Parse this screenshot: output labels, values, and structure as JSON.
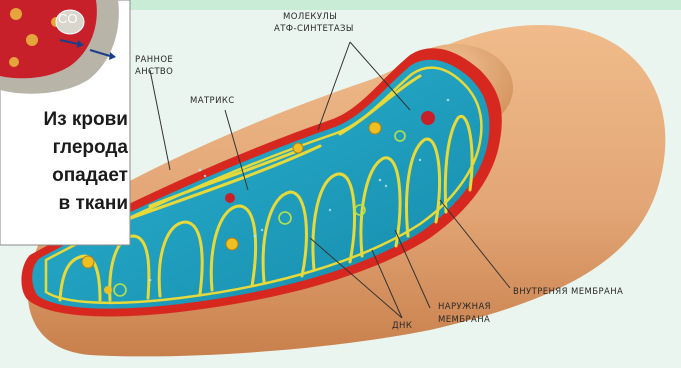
{
  "colors": {
    "background": "#e9f5ee",
    "outer_membrane": "#e3a676",
    "outer_membrane_dark": "#c8804c",
    "intermembrane_red": "#d7281f",
    "matrix_blue": "#1d9fc0",
    "inner_membrane_yellow": "#e7d93a",
    "blood_red": "#c8202a"
  },
  "inset": {
    "icon_gas": "CO",
    "lines": [
      "Из крови",
      "глерода",
      "опадает",
      "в ткани"
    ]
  },
  "labels": {
    "atp_synthase": [
      "МОЛЕКУЛЫ",
      "АТФ-СИНТЕТАЗЫ"
    ],
    "intermembrane": [
      "РАННОЕ",
      "АНСТВО"
    ],
    "matrix": "МАТРИКС",
    "inner_membrane": "ВНУТРЕНЯЯ МЕМБРАНА",
    "outer_membrane": [
      "НАРУЖНАЯ",
      "МЕМБРАНА"
    ],
    "dna": "ДНК"
  }
}
